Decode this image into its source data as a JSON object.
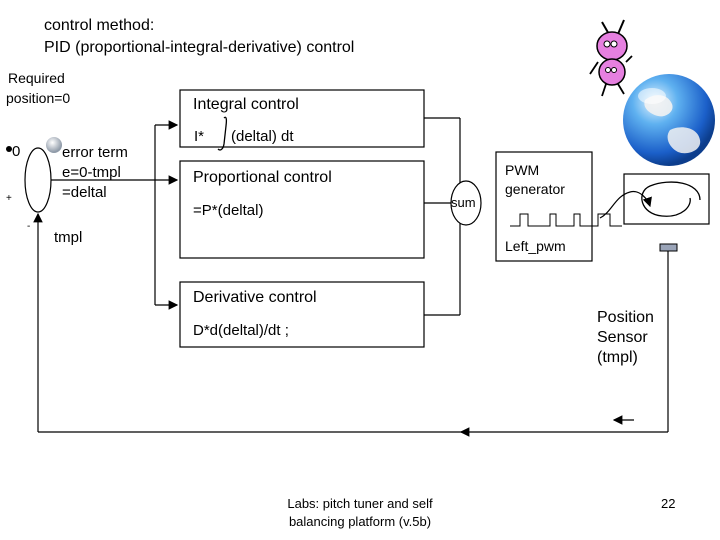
{
  "title": {
    "line1": "control method:",
    "line2": "PID (proportional-integral-derivative) control"
  },
  "required": {
    "line1": "Required",
    "line2": "position=0"
  },
  "input_zero": "0",
  "plus_sign": "+",
  "minus_sign": "-",
  "error_term": {
    "line1": "error term",
    "line2": "e=0-tmpl",
    "line3": "=deltal"
  },
  "feedback_label": "tmpl",
  "integral": {
    "title": "Integral control",
    "prefix": "I*",
    "formula": "(deltal) dt"
  },
  "proportional": {
    "title": "Proportional control",
    "formula": "=P*(deltal)"
  },
  "derivative": {
    "title": "Derivative control",
    "formula": "D*d(deltal)/dt ;"
  },
  "sum_label": "sum",
  "pwm": {
    "line1": "PWM",
    "line2": "generator",
    "signal_label": "Left_pwm"
  },
  "sensor": {
    "line1": "Position",
    "line2": "Sensor",
    "line3": "(tmpl)"
  },
  "footer": {
    "line1": "Labs: pitch tuner and self",
    "line2": "balancing platform (v.5b)"
  },
  "page_number": "22",
  "colors": {
    "line": "#000000",
    "globe": "#1e6fd9",
    "mascot": "#e680e0",
    "sensor": "#9aa4b8"
  }
}
